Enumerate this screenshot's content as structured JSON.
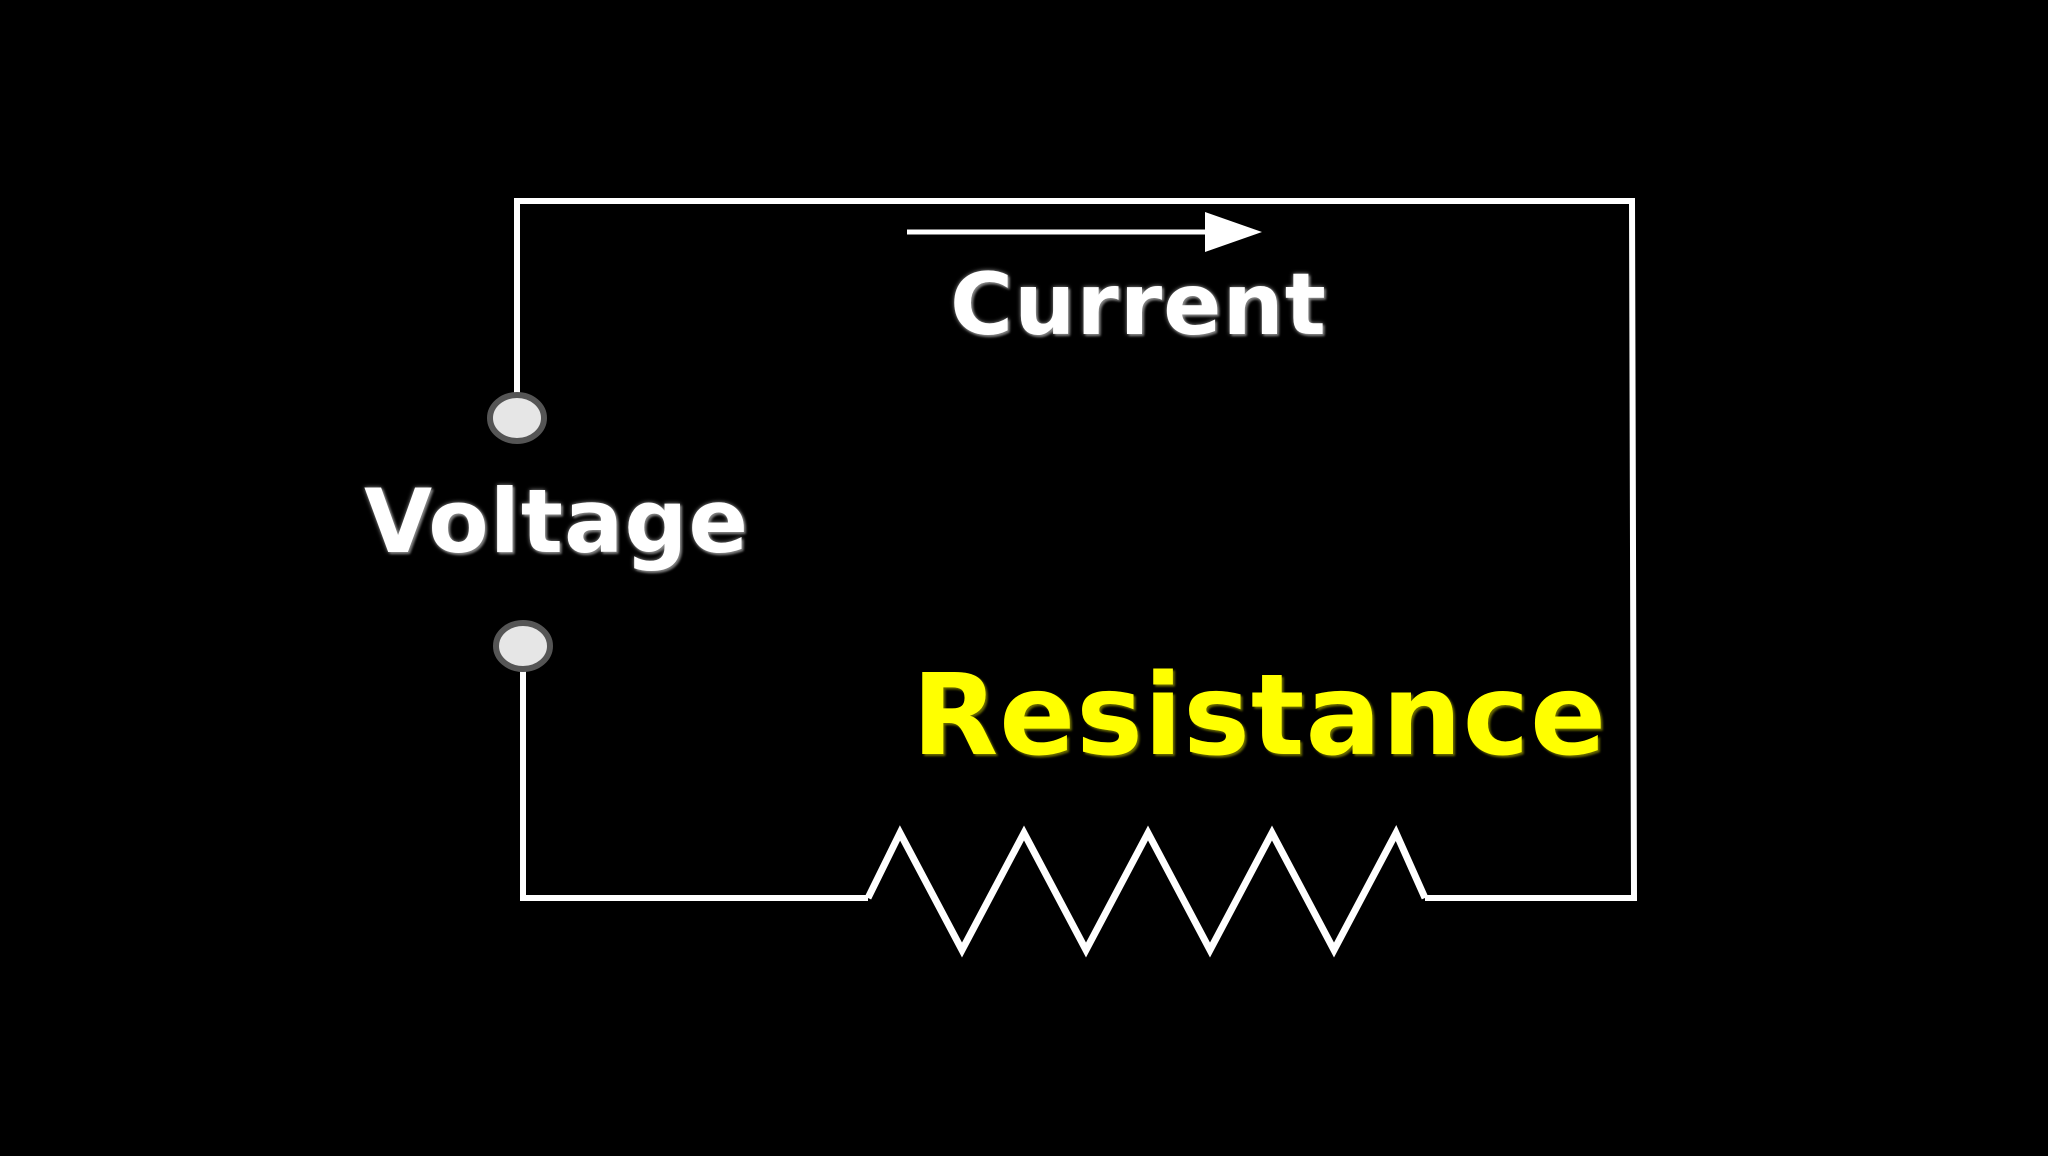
{
  "labels": {
    "current": "Current",
    "voltage": "Voltage",
    "resistance": "Resistance"
  },
  "colors": {
    "background": "#000000",
    "wire": "#ffffff",
    "terminal_fill": "#e6e6e6",
    "terminal_stroke": "#555555",
    "current_text": "#ffffff",
    "voltage_text": "#ffffff",
    "resistance_text": "#ffff00"
  },
  "icons": {
    "current_direction": "arrow-right-icon",
    "resistor": "resistor-zigzag-icon",
    "terminal": "terminal-circle-icon"
  }
}
